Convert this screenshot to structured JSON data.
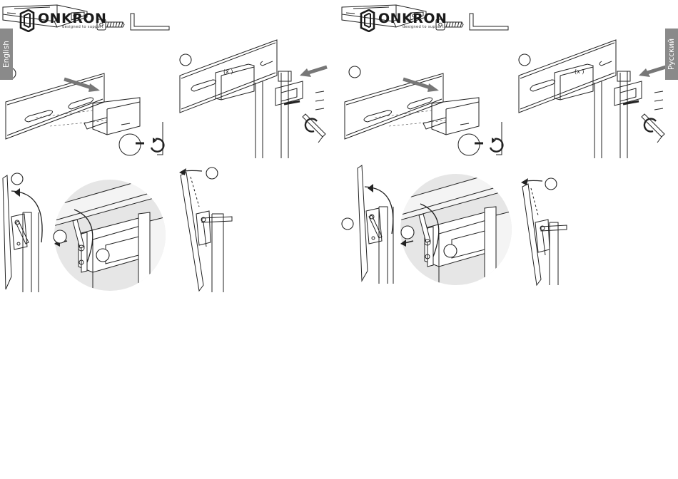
{
  "pages": [
    {
      "language_tab": "English",
      "brand": {
        "name": "ONKRON",
        "tagline": "designed to support"
      },
      "parts": {
        "bolt_qty_label": "(x )"
      }
    },
    {
      "language_tab": "Русский",
      "brand": {
        "name": "ONKRON",
        "tagline": "designed to support"
      },
      "parts": {
        "bolt_qty_label": "(x )"
      }
    }
  ],
  "icons": [
    "onkron-logo-icon",
    "bracket-icon",
    "bolt-icon",
    "hex-key-icon",
    "rotate-arrow-icon"
  ]
}
